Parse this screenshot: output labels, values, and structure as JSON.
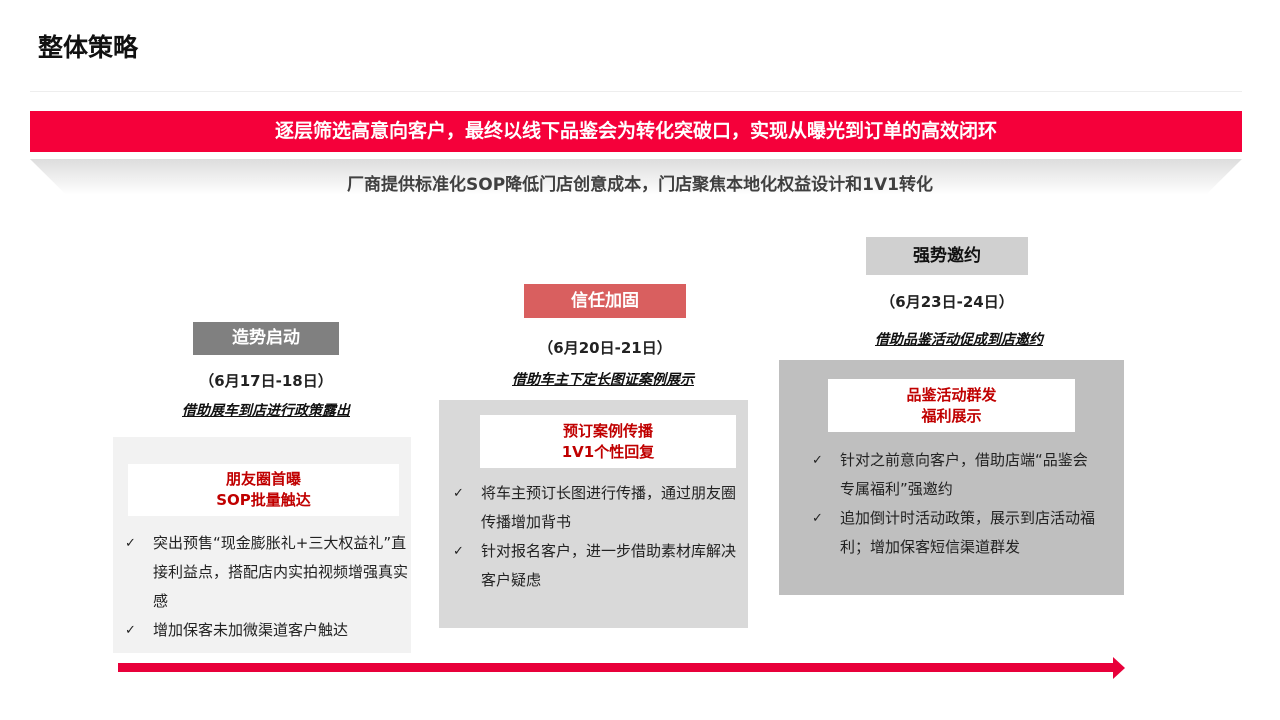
{
  "title": "整体策略",
  "banner": "逐层筛选高意向客户，最终以线下品鉴会为转化突破口，实现从曝光到订单的高效闭环",
  "subtitle": "厂商提供标准化SOP降低门店创意成本，门店聚焦本地化权益设计和1V1转化",
  "stages": [
    {
      "label": "造势启动",
      "date": "（6月17日-18日）",
      "tagline": "借助展车到店进行政策露出",
      "box_line1": "朋友圈首曝",
      "box_line2": "SOP批量触达",
      "bullets": [
        "突出预售“现金膨胀礼+三大权益礼”直接利益点，搭配店内实拍视频增强真实感",
        "增加保客未加微渠道客户触达"
      ]
    },
    {
      "label": "信任加固",
      "date": "（6月20日-21日）",
      "tagline": "借助车主下定长图证案例展示",
      "box_line1": "预订案例传播",
      "box_line2": "1V1个性回复",
      "bullets": [
        "将车主预订长图进行传播，通过朋友圈传播增加背书",
        "针对报名客户，进一步借助素材库解决客户疑虑"
      ]
    },
    {
      "label": "强势邀约",
      "date": "（6月23日-24日）",
      "tagline": "借助品鉴活动促成到店邀约",
      "box_line1": "品鉴活动群发",
      "box_line2": "福利展示",
      "bullets": [
        "针对之前意向客户，借助店端“品鉴会专属福利”强邀约",
        "追加倒计时活动政策，展示到店活动福利；增加保客短信渠道群发"
      ]
    }
  ],
  "check_icon": "✓",
  "colors": {
    "accent": "#f5003a",
    "stage1": "#808080",
    "stage2": "#d95f5f",
    "stage3": "#d0d0d0",
    "box_text": "#c00000"
  }
}
